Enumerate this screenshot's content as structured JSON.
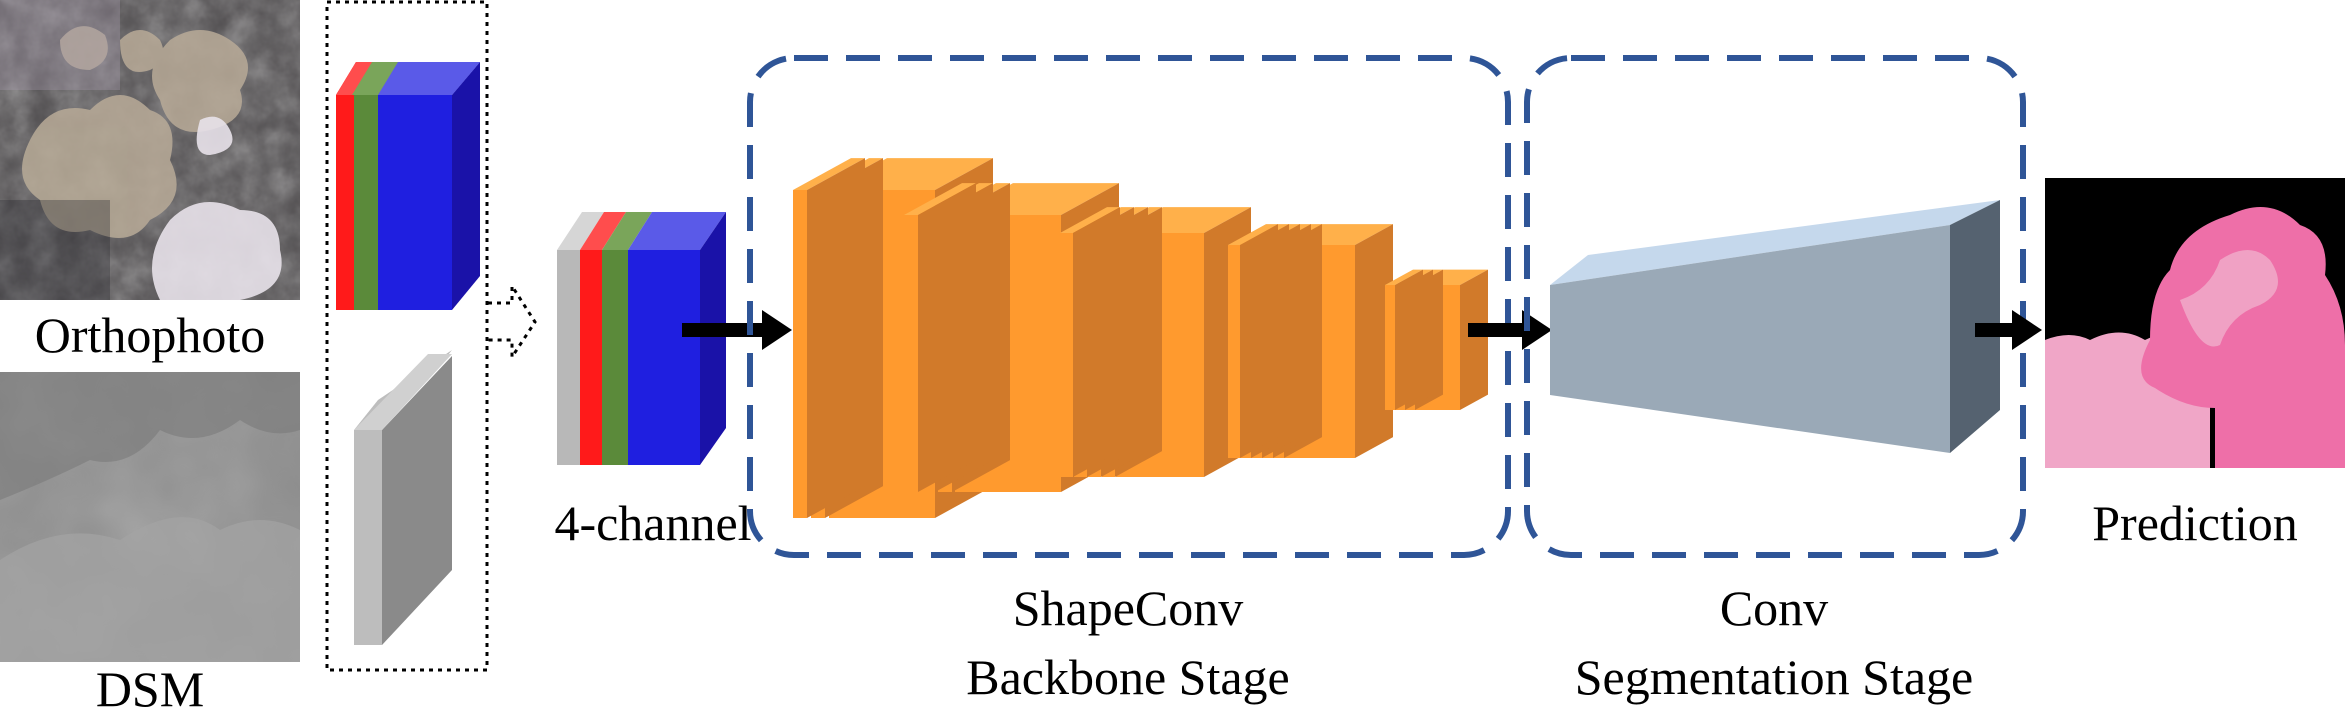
{
  "labels": {
    "orthophoto": "Orthophoto",
    "dsm": "DSM",
    "four_channel": "4-channel",
    "prediction": "Prediction",
    "backbone_line1": "ShapeConv",
    "backbone_line2": "Backbone Stage",
    "seg_line1": "Conv",
    "seg_line2": "Segmentation Stage"
  },
  "colors": {
    "red": "#ff1a1a",
    "green": "#5b8a3a",
    "blue": "#1f1fe0",
    "gray_channel": "#b8b8b8",
    "orange": "#ff9a2e",
    "seg_block": "#9aa9b7",
    "stage_border": "#2f5597",
    "prediction_pink": "#ee6fa8",
    "prediction_light_pink": "#f0a6c7"
  },
  "icons": {
    "orthophoto": "coral-orthophoto-image",
    "dsm": "dsm-elevation-image",
    "prediction": "segmentation-mask-image"
  }
}
